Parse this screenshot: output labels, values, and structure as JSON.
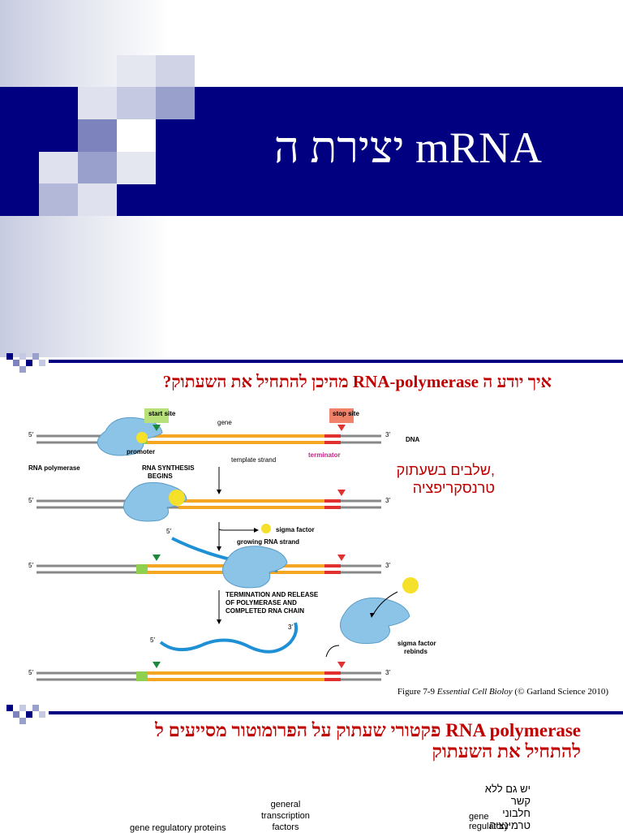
{
  "slide1": {
    "title": "יצירת ה mRNA"
  },
  "slide2": {
    "heading": "?מהיכן להתחיל את השעתוק RNA-polymerase איך יודע ה",
    "steps_label_line1": "שלבים בשעתוק,",
    "steps_label_line2": "טרנסקריפציה",
    "caption_prefix": "Figure 7-9",
    "caption_title": "Essential Cell Bioloy",
    "caption_suffix": "(© Garland Science 2010)",
    "diagram": {
      "start_site": "start site",
      "gene": "gene",
      "stop_site": "stop site",
      "dna": "DNA",
      "promoter": "promoter",
      "terminator": "terminator",
      "rna_polymerase": "RNA polymerase",
      "template_strand": "template strand",
      "rna_synthesis_begins_1": "RNA SYNTHESIS",
      "rna_synthesis_begins_2": "BEGINS",
      "sigma_factor": "sigma factor",
      "growing_rna_strand": "growing RNA strand",
      "termination_1": "TERMINATION AND RELEASE",
      "termination_2": "OF POLYMERASE AND",
      "termination_3": "COMPLETED RNA CHAIN",
      "sigma_rebinds_1": "sigma factor",
      "sigma_rebinds_2": "rebinds",
      "five_prime": "5′",
      "three_prime": "3′"
    }
  },
  "slide3": {
    "heading_line1": "פקטורי שעתוק על הפרומוטור מסייעים ל RNA polymerase",
    "heading_line2": "להתחיל את השעתוק",
    "note_line1": "יש גם ללא",
    "note_line2": "קשר",
    "note_line3": "חלבוני",
    "note_line4": "טרמינציה",
    "general_tf_1": "general",
    "general_tf_2": "transcription",
    "general_tf_3": "factors",
    "gene_regulatory_proteins": "gene regulatory proteins",
    "gene_regulatory_right_1": "gene",
    "gene_regulatory_right_2": "regulatory"
  },
  "colors": {
    "navy": "#000080",
    "red_text": "#c00000",
    "orange_gene": "#f5a623",
    "polymerase_blue": "#8cc4e8",
    "rna_blue": "#1e90d6"
  }
}
